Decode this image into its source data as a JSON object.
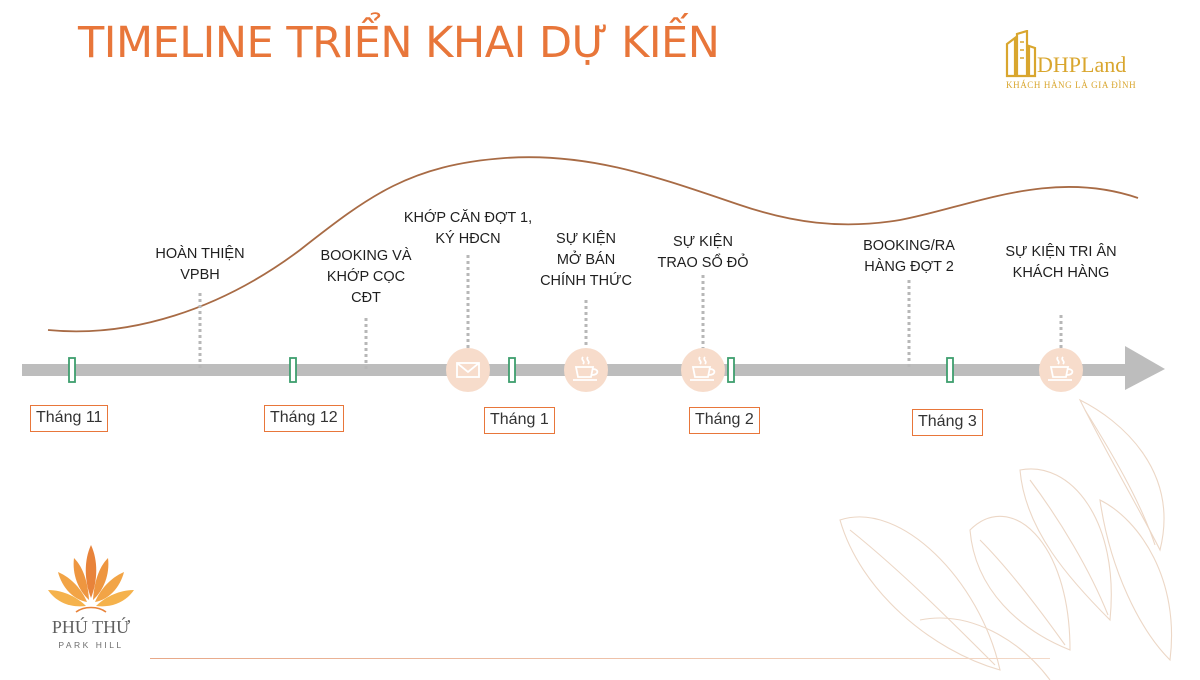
{
  "title": "TIMELINE TRIỂN KHAI DỰ KIẾN",
  "brand_dhp": {
    "name": "DHPLand",
    "tagline": "KHÁCH HÀNG LÀ GIA ĐÌNH"
  },
  "brand_project": {
    "name": "PHÚ THỨ",
    "sub": "PARK HILL"
  },
  "months": [
    {
      "label": "Tháng 11"
    },
    {
      "label": "Tháng 12"
    },
    {
      "label": "Tháng 1"
    },
    {
      "label": "Tháng 2"
    },
    {
      "label": "Tháng 3"
    }
  ],
  "events": [
    {
      "lines": [
        "HOÀN THIỆN",
        "VPBH"
      ],
      "icon": "none"
    },
    {
      "lines": [
        "BOOKING VÀ",
        "KHỚP CỌC",
        "CĐT"
      ],
      "icon": "none"
    },
    {
      "lines": [
        "KHỚP CĂN ĐỢT 1,",
        "KÝ HĐCN"
      ],
      "icon": "envelope-icon"
    },
    {
      "lines": [
        "SỰ KIỆN",
        "MỞ BÁN",
        "CHÍNH THỨC"
      ],
      "icon": "coffee-cup-icon"
    },
    {
      "lines": [
        "SỰ KIỆN",
        "TRAO SỔ ĐỎ"
      ],
      "icon": "coffee-cup-icon"
    },
    {
      "lines": [
        "BOOKING/RA",
        "HÀNG ĐỢT 2"
      ],
      "icon": "none"
    },
    {
      "lines": [
        "SỰ KIỆN TRI ÂN",
        "KHÁCH HÀNG"
      ],
      "icon": "coffee-cup-icon"
    }
  ],
  "colors": {
    "title": "#e8763a",
    "curve": "#a86b45",
    "axis": "#bdbdbd",
    "tick": "#3e9e6e",
    "icon_bg": "#f7dccb",
    "month_border": "#e8763a",
    "brand_gold": "#d9a62e",
    "lotus": "#e8833a"
  }
}
